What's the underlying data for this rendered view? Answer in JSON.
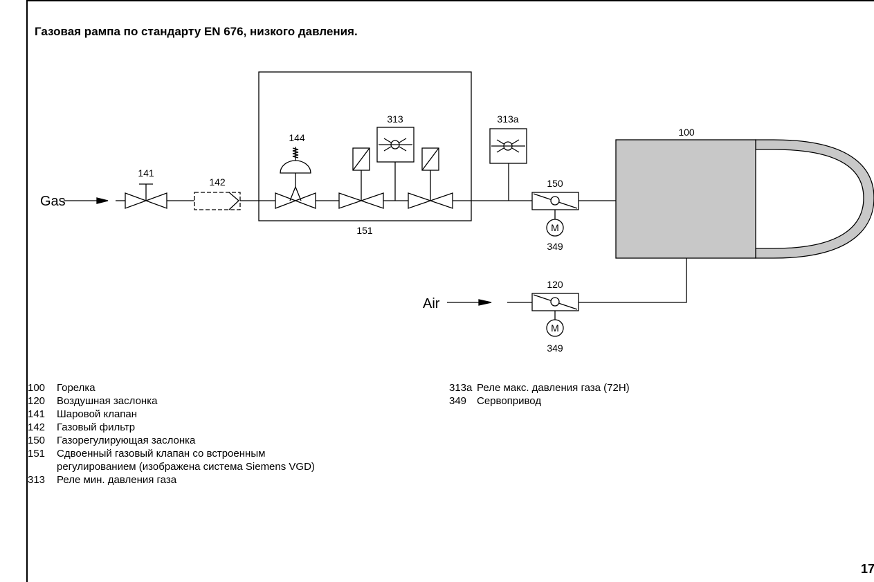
{
  "title": "Газовая рампа по стандарту EN 676, низкого давления.",
  "page_number": "17",
  "diagram": {
    "inputs": {
      "gas": "Gas",
      "air": "Air"
    },
    "labels": {
      "l141": "141",
      "l142": "142",
      "l144": "144",
      "l313": "313",
      "l313a": "313a",
      "l151": "151",
      "l150": "150",
      "l100": "100",
      "l120": "120",
      "l349_top": "349",
      "l349_bottom": "349",
      "motor_top": "M",
      "motor_bottom": "M"
    }
  },
  "legend_left": [
    {
      "code": "100",
      "text": "Горелка"
    },
    {
      "code": "120",
      "text": "Воздушная заслонка"
    },
    {
      "code": "141",
      "text": "Шаровой клапан"
    },
    {
      "code": "142",
      "text": "Газовый фильтр"
    },
    {
      "code": "150",
      "text": "Газорегулирующая заслонка"
    },
    {
      "code": "151",
      "text": "Сдвоенный газовый клапан со встроенным",
      "text2": "регулированием (изображена система Siemens VGD)"
    },
    {
      "code": "313",
      "text": "Реле мин. давления газа"
    }
  ],
  "legend_right": [
    {
      "code": "313a",
      "text": "Реле макс. давления газа (72H)"
    },
    {
      "code": "349",
      "text": "Сервопривод"
    }
  ]
}
